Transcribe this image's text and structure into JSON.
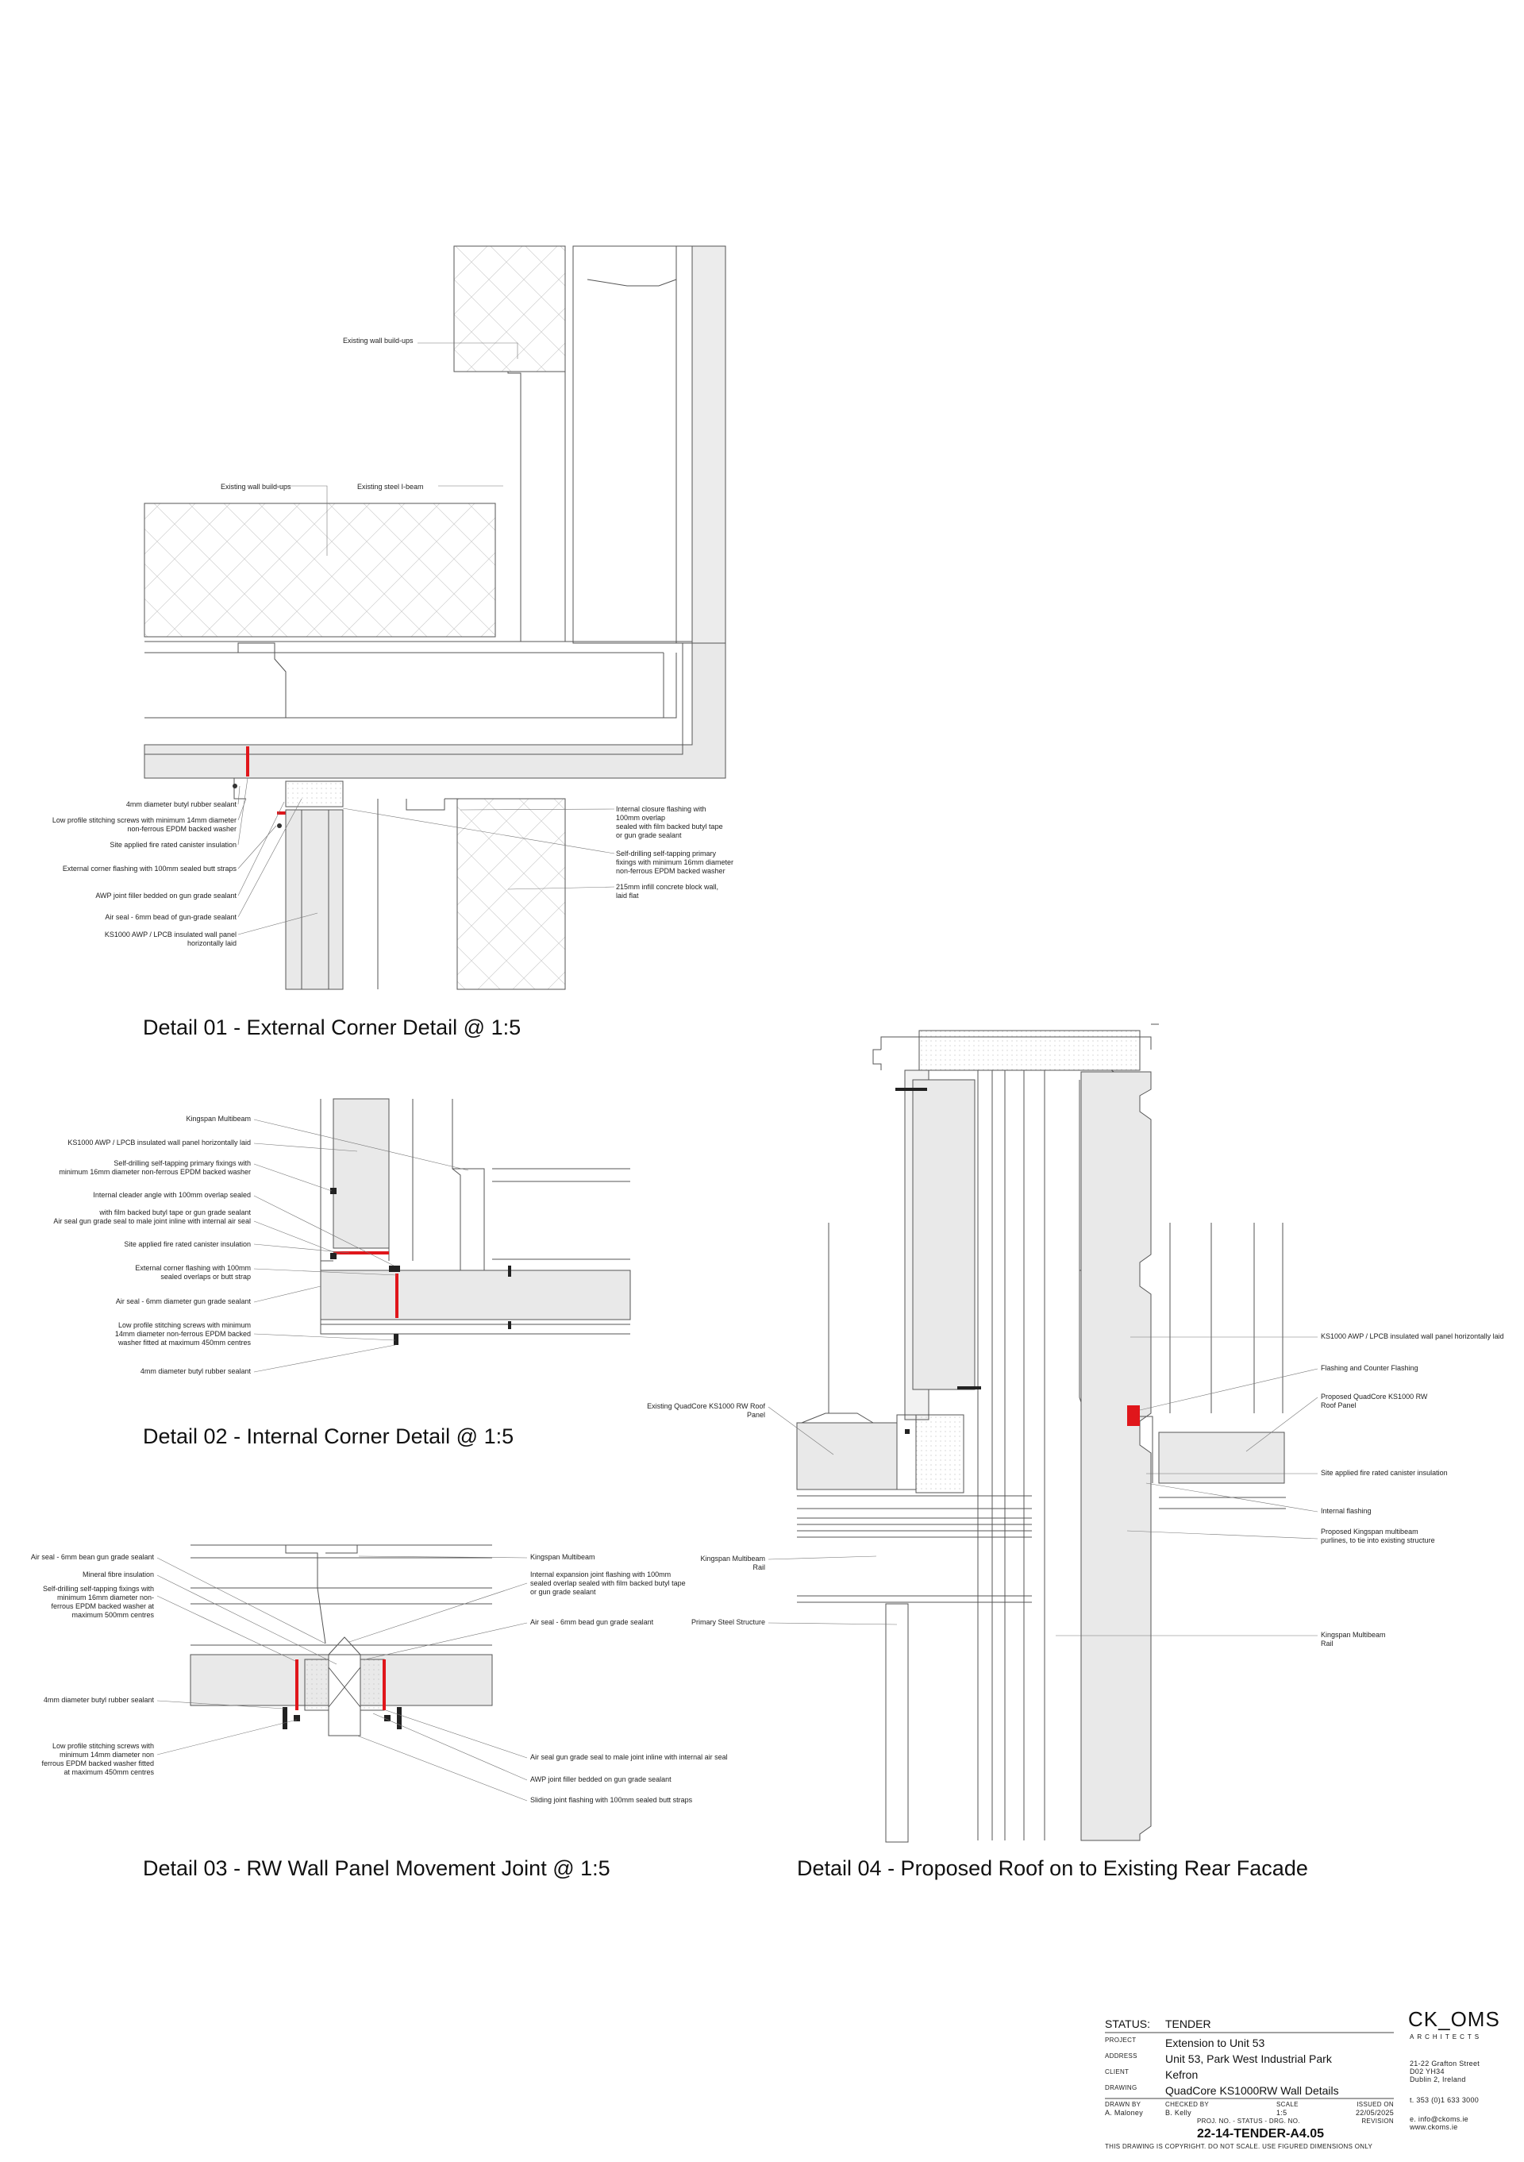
{
  "details": [
    {
      "title": "Detail 01 - External Corner Detail @ 1:5",
      "labels": [
        "Existing wall build-ups",
        "Existing wall build-ups",
        "Existing steel I-beam",
        "4mm diameter butyl rubber sealant",
        "Low profile stitching screws with minimum 14mm diameter",
        "non-ferrous EPDM backed washer",
        "Site applied fire rated canister insulation",
        "External corner flashing with 100mm sealed butt straps",
        "AWP joint filler bedded on gun grade sealant",
        "Air seal - 6mm bead of gun-grade sealant",
        "KS1000 AWP / LPCB insulated wall panel",
        "horizontally laid",
        "Internal closure flashing with",
        "100mm overlap",
        "sealed with film backed butyl tape",
        "or gun grade sealant",
        "Self-drilling self-tapping primary",
        "fixings with minimum 16mm diameter",
        "non-ferrous EPDM backed washer",
        "215mm infill concrete block wall,",
        "laid flat"
      ]
    },
    {
      "title": "Detail 02 - Internal Corner Detail @ 1:5",
      "labels": [
        "Kingspan Multibeam",
        "KS1000 AWP / LPCB insulated wall panel horizontally laid",
        "Self-drilling self-tapping primary fixings with",
        "minimum 16mm diameter non-ferrous EPDM backed washer",
        "Internal cleader angle with 100mm overlap sealed",
        "with film backed butyl tape or gun grade sealant",
        "Air seal gun grade seal to male joint inline with internal air seal",
        "Site applied fire rated canister insulation",
        "External corner flashing with 100mm",
        "sealed overlaps or butt strap",
        "Air seal - 6mm diameter gun grade sealant",
        "Low profile stitching screws with minimum",
        "14mm diameter non-ferrous EPDM backed",
        "washer fitted at maximum 450mm centres",
        "4mm diameter butyl rubber sealant"
      ]
    },
    {
      "title": "Detail 03 - RW Wall Panel Movement Joint @ 1:5",
      "labels": [
        "Air seal - 6mm bean gun grade sealant",
        "Mineral fibre insulation",
        "Self-drilling self-tapping fixings with",
        "minimum 16mm diameter non-",
        "ferrous EPDM backed washer at",
        "maximum 500mm centres",
        "4mm diameter butyl rubber sealant",
        "Low profile stitching screws with",
        "minimum 14mm diameter non",
        "ferrous EPDM backed washer fitted",
        "at maximum 450mm centres",
        "Kingspan Multibeam",
        "Internal expansion joint flashing with 100mm",
        "sealed overlap sealed with film backed butyl tape",
        "or gun grade sealant",
        "Air seal - 6mm bead gun grade sealant",
        "Air seal gun grade seal to male joint inline with internal air seal",
        "AWP joint filler bedded on gun grade sealant",
        "Sliding joint flashing with 100mm sealed butt straps"
      ]
    },
    {
      "title": "Detail 04 - Proposed Roof on to Existing Rear Facade",
      "labels": [
        "Existing QuadCore KS1000 RW Roof",
        "Panel",
        "Kingspan Multibeam",
        "Rail",
        "Primary Steel Structure",
        "KS1000 AWP / LPCB insulated wall panel horizontally laid",
        "Flashing and Counter Flashing",
        "Proposed QuadCore KS1000 RW",
        "Roof Panel",
        "Site applied fire rated canister insulation",
        "Internal flashing",
        "Proposed Kingspan multibeam",
        "purlines, to tie into existing structure",
        "Kingspan Multibeam",
        "Rail"
      ]
    }
  ],
  "title_block": {
    "status_label": "STATUS:",
    "status_value": "TENDER",
    "project_label": "PROJECT",
    "project_value": "Extension to Unit 53",
    "address_label": "ADDRESS",
    "address_value": "Unit 53, Park West Industrial Park",
    "client_label": "CLIENT",
    "client_value": "Kefron",
    "drawing_label": "DRAWING",
    "drawing_value": "QuadCore KS1000RW Wall Details",
    "drawn_by_label": "DRAWN BY",
    "drawn_by_value": "A. Maloney",
    "checked_by_label": "CHECKED BY",
    "checked_by_value": "B. Kelly",
    "scale_label": "SCALE",
    "scale_value": "1:5",
    "issued_on_label": "ISSUED ON",
    "issued_on_value": "22/05/2025",
    "revision_label": "REVISION",
    "proj_no_label": "PROJ. NO. - STATUS - DRG. NO.",
    "drawing_number": "22-14-TENDER-A4.05",
    "copyright": "THIS DRAWING IS COPYRIGHT. DO NOT SCALE. USE FIGURED DIMENSIONS ONLY"
  },
  "firm": {
    "logo": "CK_OMS",
    "logo_sub": "ARCHITECTS",
    "address_line1": "21-22  Grafton  Street",
    "address_line2": "D02 YH34",
    "address_line3": "Dublin 2, Ireland",
    "phone": "t. 353 (0)1 633 3000",
    "email": "e. info@ckoms.ie",
    "web": "www.ckoms.ie"
  },
  "colors": {
    "line": "#555555",
    "fill": "#e9e9e9",
    "accent": "#e0161b"
  }
}
